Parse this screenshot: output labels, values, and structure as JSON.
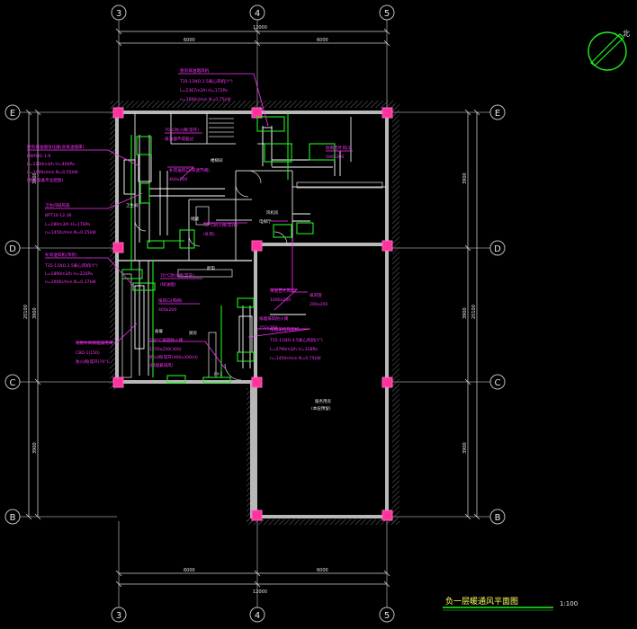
{
  "drawing": {
    "title": "负一层暖通风平面图",
    "scale": "1:100",
    "north_label": "北"
  },
  "grid": {
    "columns": [
      "3",
      "4",
      "5"
    ],
    "rows": [
      "E",
      "D",
      "C",
      "B"
    ]
  },
  "dimensions": {
    "top_total": "12000",
    "top_left": "6000",
    "top_right": "6000",
    "bottom_total": "12000",
    "bottom_left": "6000",
    "bottom_right": "6000",
    "left_total": "20100",
    "left_ed": "3900",
    "left_dc": "3900",
    "left_cb": "3900",
    "right_total": "20100",
    "right_ed": "3900",
    "right_dc": "3900",
    "right_cb": "3900"
  },
  "rooms": {
    "big_room": "服务用房",
    "big_room_sub": "(本层预留)"
  },
  "annotations": {
    "a1_title": "厨房排油烟风机",
    "a1_l1": "T35-11NO.3.5离心风机(Y\")",
    "a1_l2": "L=2367m3/h H=172Pa",
    "a1_l3": "n=2900r/min N=0.75kW",
    "a2_title": "厨房排油烟净化器(含排油烟罩)",
    "a2_l1": "BWFHG-1-9",
    "a2_l2": "L=2200m3/h H=400Pa",
    "a2_l3": "n=1400r/min N=0.55kW",
    "a2_l4": "(厨房设备专业配套)",
    "a3_title": "卫生间排风扇",
    "a3_l1": "BPT10-12-36",
    "a3_l2": "L=280m3/h H=176Pa",
    "a3_l3": "n=1450r/min N=0.25kW",
    "a4_title": "补风送风机(吊装)",
    "a4_l1": "T35-11NO.3.5离心风机(Y\")",
    "a4_l2": "L=1890m3/h H=226Pa",
    "a4_l3": "n=2900r/min N=0.37kW",
    "a5_title": "消防补风排烟兼用阀",
    "a5_l1": "CBD-1(150)",
    "a5_l2": "防火阀(常开)70°C",
    "a6_l1": "70°C防火阀(常开)",
    "a6_l2": "排油烟不得超过",
    "a7_l1": "补风送风口(带调节阀)",
    "a7_l2": "400x200",
    "a8_l1": "70°C防火阀(常开)",
    "a8_l2": "(排油烟)",
    "a9_l1": "排风口(带阀)",
    "a9_l2": "400x200",
    "a10_l1": "280°C排烟防火阀",
    "a10_l2": "1250x250(300)",
    "a10_l3": "防火阀(常开)400x300(H)",
    "a10_l4": "(排烟兼排风)",
    "a11_title": "排烟兼排风风机",
    "a11_l1": "T35-11NO.4.5离心风机(Y\")",
    "a11_l2": "L=4790m3/h H=318Pa",
    "a11_l3": "n=1450r/min N=0.75kW",
    "a12_l1": "单层百叶风口",
    "a12_l2": "1000x200",
    "a13_l1": "排风管",
    "a13_l2": "200x200",
    "a14_l1": "防雨百叶风口",
    "a14_l2": "500x200",
    "a15_l1": "70°C防火阀(常开)",
    "a15_l2": "(补风)",
    "a16_l1": "排烟排风防火阀",
    "a16_l2": "250x250"
  },
  "room_labels": {
    "r1": "卫生间",
    "r2": "厨房",
    "r3": "备餐",
    "r4": "楼梯间",
    "r5": "电梯厅",
    "r6": "风机房",
    "r7": "配电",
    "r8": "储藏",
    "r9": "PY-1"
  }
}
